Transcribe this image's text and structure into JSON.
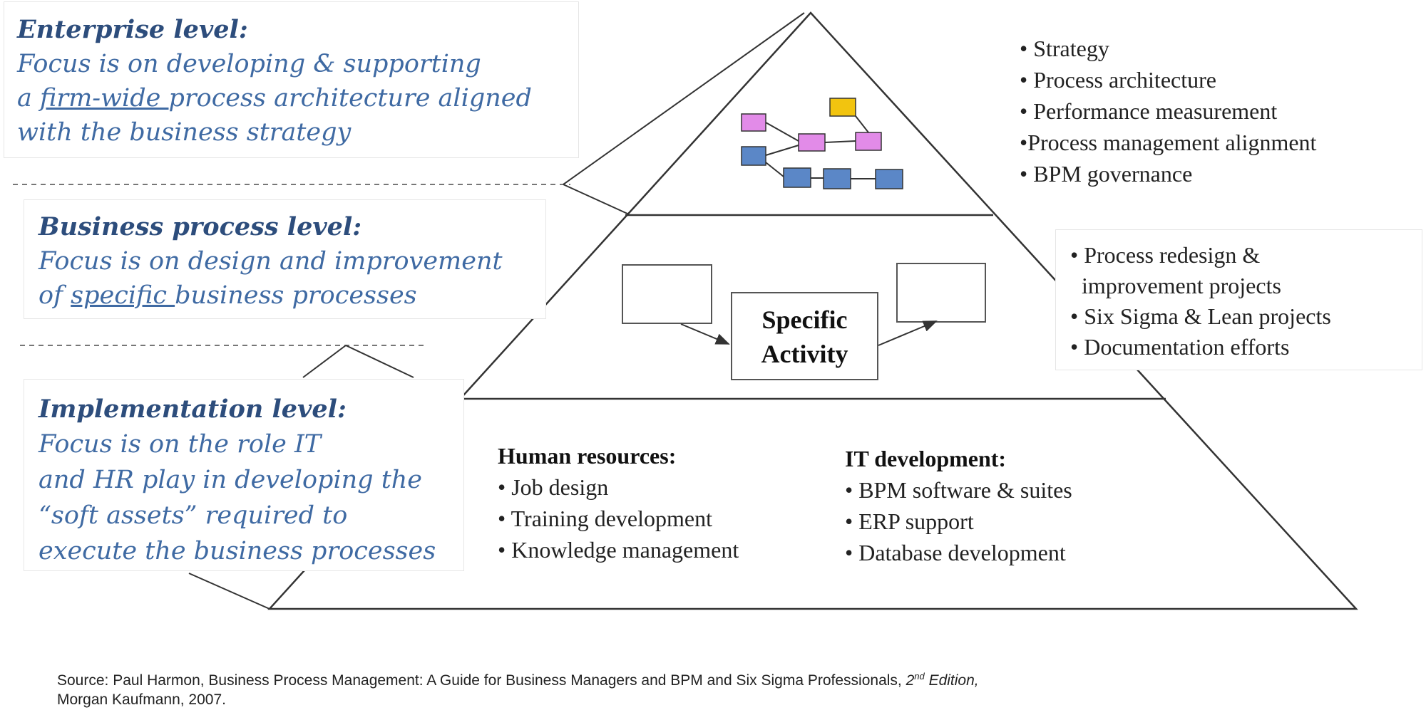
{
  "levels": {
    "enterprise": {
      "title": "Enterprise level:",
      "line1": "Focus is on developing & supporting",
      "line2_pre": "a ",
      "line2_ul": "firm-wide ",
      "line2_post": "process architecture aligned",
      "line3": "with the business strategy"
    },
    "business_process": {
      "title": "Business process level:",
      "line1": "Focus is on design and improvement",
      "line2_pre": "of ",
      "line2_ul": "specific ",
      "line2_post": "business processes"
    },
    "implementation": {
      "title": "Implementation level:",
      "line1": "Focus is on the role IT",
      "line2": "and HR play in developing the",
      "line3": "“soft assets” required to",
      "line4": "execute the business processes"
    }
  },
  "enterprise_bullets": [
    "• Strategy",
    "• Process architecture",
    "• Performance measurement",
    "•Process management alignment",
    "• BPM governance"
  ],
  "process_bullets": [
    "• Process redesign &",
    "  improvement projects",
    "• Six Sigma & Lean projects",
    "• Documentation efforts"
  ],
  "specific_activity": {
    "line1": "Specific",
    "line2": "Activity"
  },
  "human_resources": {
    "heading": "Human resources:",
    "items": [
      "• Job design",
      "• Training development",
      "• Knowledge management"
    ]
  },
  "it_development": {
    "heading": "IT development:",
    "items": [
      "• BPM software & suites",
      "• ERP support",
      "• Database development"
    ]
  },
  "source": {
    "pre": "Source:  Paul Harmon, Business Process Management: A Guide for Business Managers and BPM and Six Sigma Professionals, ",
    "edition_num": "2",
    "edition_sup": "nd",
    "edition_word": " Edition,",
    "line2": "Morgan Kaufmann, 2007."
  },
  "colors": {
    "level_title": "#2d4d7c",
    "level_text": "#3f6aa3",
    "purple_box": "#e28be8",
    "blue_box": "#5b87c7",
    "yellow_box": "#f2c40f",
    "outline": "#444444"
  },
  "icons": [
    "process-flow-icon"
  ]
}
